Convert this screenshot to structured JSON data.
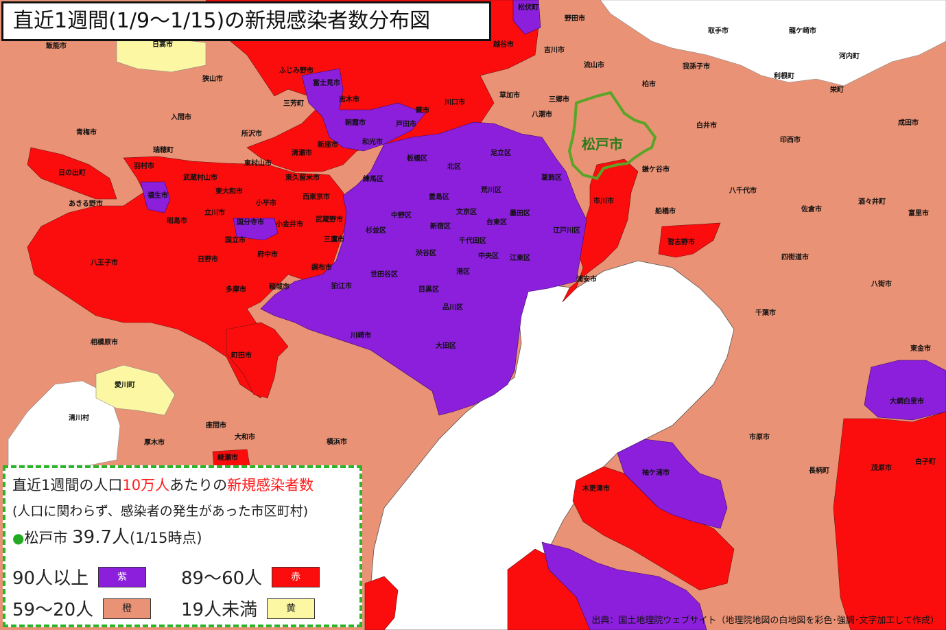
{
  "title": "直近1週間(1/9〜1/15)の新規感染者数分布図",
  "colors": {
    "purple": "#8b1fdc",
    "red": "#fc0d0d",
    "orange": "#e99275",
    "yellow": "#fbf7a3",
    "white": "#ffffff",
    "highlight": "#5aa428"
  },
  "highlight_label": "松戸市",
  "legend": {
    "line1_a": "直近1週間の人口",
    "line1_b": "10万人",
    "line1_c": "あたりの",
    "line1_d": "新規感染者数",
    "line2": "(人口に関わらず、感染者の発生があった市区町村)",
    "dot": "●",
    "matsudo_name": "松戸市",
    "matsudo_value": "39.7人",
    "matsudo_date": "(1/15時点)",
    "levels": [
      {
        "range": "90人以上",
        "color_label": "紫",
        "color": "#8b1fdc"
      },
      {
        "range": "89〜60人",
        "color_label": "赤",
        "color": "#fc0d0d"
      },
      {
        "range": "59〜20人",
        "color_label": "橙",
        "color": "#e99275"
      },
      {
        "range": "19人未満",
        "color_label": "黄",
        "color": "#fbf7a3"
      }
    ]
  },
  "credit": "出典：国土地理院ウェブサイト（地理院地図の白地図を彩色･強調･文字加工して作成）",
  "municipalities": [
    {
      "name": "松伏町",
      "color": "purple"
    },
    {
      "name": "野田市",
      "color": "orange"
    },
    {
      "name": "取手市",
      "color": "white"
    },
    {
      "name": "龍ケ崎市",
      "color": "white"
    },
    {
      "name": "飯能市",
      "color": "orange"
    },
    {
      "name": "日高市",
      "color": "yellow"
    },
    {
      "name": "越谷市",
      "color": "red"
    },
    {
      "name": "吉川市",
      "color": "orange"
    },
    {
      "name": "河内町",
      "color": "white"
    },
    {
      "name": "流山市",
      "color": "orange"
    },
    {
      "name": "我孫子市",
      "color": "orange"
    },
    {
      "name": "利根町",
      "color": "white"
    },
    {
      "name": "ふじみ野市",
      "color": "red"
    },
    {
      "name": "狭山市",
      "color": "orange"
    },
    {
      "name": "富士見市",
      "color": "purple"
    },
    {
      "name": "柏市",
      "color": "orange"
    },
    {
      "name": "栄町",
      "color": "orange"
    },
    {
      "name": "三芳町",
      "color": "orange"
    },
    {
      "name": "志木市",
      "color": "purple"
    },
    {
      "name": "川口市",
      "color": "red"
    },
    {
      "name": "草加市",
      "color": "orange"
    },
    {
      "name": "三郷市",
      "color": "orange"
    },
    {
      "name": "入間市",
      "color": "orange"
    },
    {
      "name": "蕨市",
      "color": "red"
    },
    {
      "name": "八潮市",
      "color": "orange"
    },
    {
      "name": "白井市",
      "color": "orange"
    },
    {
      "name": "成田市",
      "color": "orange"
    },
    {
      "name": "青梅市",
      "color": "orange"
    },
    {
      "name": "所沢市",
      "color": "orange"
    },
    {
      "name": "朝霞市",
      "color": "purple"
    },
    {
      "name": "戸田市",
      "color": "purple"
    },
    {
      "name": "印西市",
      "color": "orange"
    },
    {
      "name": "瑞穂町",
      "color": "red"
    },
    {
      "name": "清瀬市",
      "color": "purple"
    },
    {
      "name": "新座市",
      "color": "red"
    },
    {
      "name": "和光市",
      "color": "purple"
    },
    {
      "name": "板橋区",
      "color": "purple"
    },
    {
      "name": "北区",
      "color": "purple"
    },
    {
      "name": "足立区",
      "color": "purple"
    },
    {
      "name": "羽村市",
      "color": "red"
    },
    {
      "name": "東村山市",
      "color": "red"
    },
    {
      "name": "鎌ケ谷市",
      "color": "orange"
    },
    {
      "name": "日の出町",
      "color": "red"
    },
    {
      "name": "武蔵村山市",
      "color": "red"
    },
    {
      "name": "東久留米市",
      "color": "red"
    },
    {
      "name": "練馬区",
      "color": "red"
    },
    {
      "name": "葛飾区",
      "color": "purple"
    },
    {
      "name": "荒川区",
      "color": "purple"
    },
    {
      "name": "八千代市",
      "color": "orange"
    },
    {
      "name": "東大和市",
      "color": "red"
    },
    {
      "name": "福生市",
      "color": "purple"
    },
    {
      "name": "豊島区",
      "color": "purple"
    },
    {
      "name": "西東京市",
      "color": "red"
    },
    {
      "name": "市川市",
      "color": "red"
    },
    {
      "name": "酒々井町",
      "color": "orange"
    },
    {
      "name": "あきる野市",
      "color": "orange"
    },
    {
      "name": "小平市",
      "color": "red"
    },
    {
      "name": "船橋市",
      "color": "orange"
    },
    {
      "name": "佐倉市",
      "color": "orange"
    },
    {
      "name": "富里市",
      "color": "orange"
    },
    {
      "name": "立川市",
      "color": "red"
    },
    {
      "name": "文京区",
      "color": "purple"
    },
    {
      "name": "墨田区",
      "color": "purple"
    },
    {
      "name": "中野区",
      "color": "purple"
    },
    {
      "name": "昭島市",
      "color": "red"
    },
    {
      "name": "国分寺市",
      "color": "purple"
    },
    {
      "name": "小金井市",
      "color": "red"
    },
    {
      "name": "武蔵野市",
      "color": "purple"
    },
    {
      "name": "台東区",
      "color": "purple"
    },
    {
      "name": "杉並区",
      "color": "purple"
    },
    {
      "name": "新宿区",
      "color": "purple"
    },
    {
      "name": "江戸川区",
      "color": "purple"
    },
    {
      "name": "国立市",
      "color": "red"
    },
    {
      "name": "三鷹市",
      "color": "purple"
    },
    {
      "name": "千代田区",
      "color": "purple"
    },
    {
      "name": "習志野市",
      "color": "red"
    },
    {
      "name": "八王子市",
      "color": "red"
    },
    {
      "name": "府中市",
      "color": "red"
    },
    {
      "name": "渋谷区",
      "color": "purple"
    },
    {
      "name": "日野市",
      "color": "red"
    },
    {
      "name": "中央区",
      "color": "purple"
    },
    {
      "name": "江東区",
      "color": "purple"
    },
    {
      "name": "四街道市",
      "color": "orange"
    },
    {
      "name": "調布市",
      "color": "red"
    },
    {
      "name": "世田谷区",
      "color": "purple"
    },
    {
      "name": "港区",
      "color": "purple"
    },
    {
      "name": "浦安市",
      "color": "red"
    },
    {
      "name": "八街市",
      "color": "orange"
    },
    {
      "name": "狛江市",
      "color": "purple"
    },
    {
      "name": "稲城市",
      "color": "orange"
    },
    {
      "name": "多摩市",
      "color": "orange"
    },
    {
      "name": "目黒区",
      "color": "purple"
    },
    {
      "name": "品川区",
      "color": "purple"
    },
    {
      "name": "千葉市",
      "color": "orange"
    },
    {
      "name": "相模原市",
      "color": "orange"
    },
    {
      "name": "川崎市",
      "color": "purple"
    },
    {
      "name": "大田区",
      "color": "purple"
    },
    {
      "name": "町田市",
      "color": "red"
    },
    {
      "name": "東金市",
      "color": "orange"
    },
    {
      "name": "愛川町",
      "color": "yellow"
    },
    {
      "name": "大網白里市",
      "color": "purple"
    },
    {
      "name": "清川村",
      "color": "white"
    },
    {
      "name": "座間市",
      "color": "orange"
    },
    {
      "name": "市原市",
      "color": "orange"
    },
    {
      "name": "大和市",
      "color": "orange"
    },
    {
      "name": "厚木市",
      "color": "orange"
    },
    {
      "name": "横浜市",
      "color": "orange"
    },
    {
      "name": "綾瀬市",
      "color": "red"
    },
    {
      "name": "袖ケ浦市",
      "color": "purple"
    },
    {
      "name": "茂原市",
      "color": "red"
    },
    {
      "name": "白子町",
      "color": "red"
    },
    {
      "name": "長柄町",
      "color": "orange"
    },
    {
      "name": "木更津市",
      "color": "red"
    }
  ]
}
